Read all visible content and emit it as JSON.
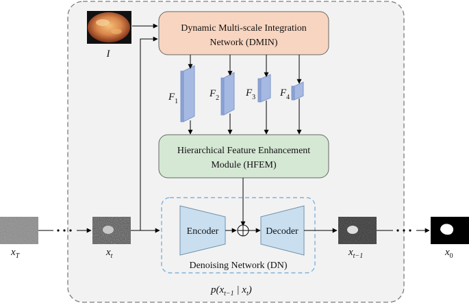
{
  "dmin": {
    "line1": "Dynamic Multi-scale Integration",
    "line2": "Network (DMIN)"
  },
  "hfem": {
    "line1": "Hierarchical Feature Enhancement",
    "line2": "Module (HFEM)"
  },
  "dn": {
    "label": "Denoising Network (DN)",
    "encoder": "Encoder",
    "decoder": "Decoder",
    "combine_symbol": "+"
  },
  "input_image_label": "I",
  "features": [
    {
      "base": "F",
      "sub": "1"
    },
    {
      "base": "F",
      "sub": "2"
    },
    {
      "base": "F",
      "sub": "3"
    },
    {
      "base": "F",
      "sub": "4"
    }
  ],
  "states": {
    "xT": {
      "base": "x",
      "sub": "T"
    },
    "xt": {
      "base": "x",
      "sub": "t"
    },
    "xt1": {
      "base": "x",
      "sub": "t−1"
    },
    "x0": {
      "base": "x",
      "sub": "0"
    }
  },
  "transition": {
    "prefix": "p(x",
    "sub1": "t−1",
    "mid": " | x",
    "sub2": "t",
    "suffix": ")"
  },
  "colors": {
    "dmin_fill": "#f8d5c0",
    "hfem_fill": "#d5e8d4",
    "dn_fill": "#c9dff0",
    "dn_dash": "#6aa6d6",
    "feature_fill": "#a6b9e2",
    "panel_fill": "#f2f2f2",
    "panel_stroke": "#7a7a7a"
  }
}
